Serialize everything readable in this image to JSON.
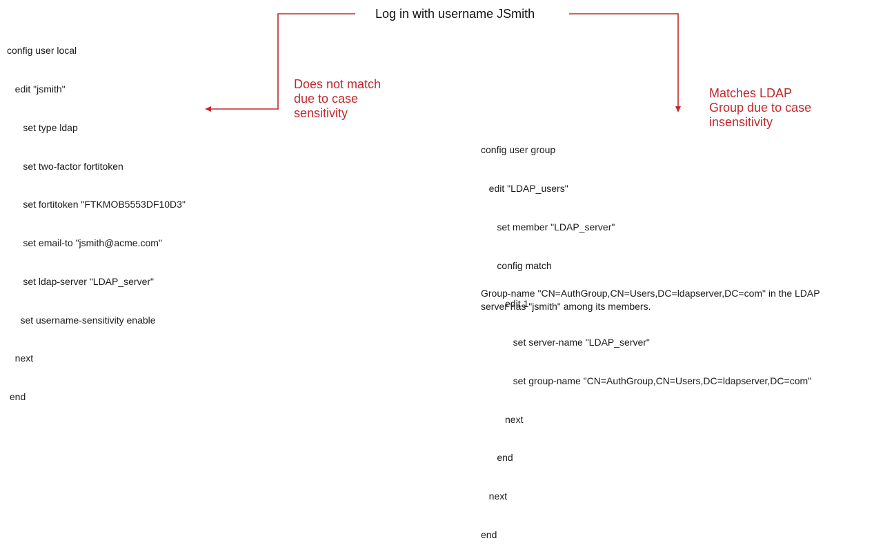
{
  "title": "Log in with username JSmith",
  "user_local_config": [
    "config user local",
    "   edit \"jsmith\"",
    "      set type ldap",
    "      set two-factor fortitoken",
    "      set fortitoken \"FTKMOB5553DF10D3\"",
    "      set email-to \"jsmith@acme.com\"",
    "      set ldap-server \"LDAP_server\"",
    "     set username-sensitivity enable",
    "   next",
    " end"
  ],
  "user_group_config": [
    "config user group",
    "   edit \"LDAP_users\"",
    "      set member \"LDAP_server\"",
    "      config match",
    "         edit 1",
    "            set server-name \"LDAP_server\"",
    "            set group-name \"CN=AuthGroup,CN=Users,DC=ldapserver,DC=com\"",
    "         next",
    "      end",
    "   next",
    "end"
  ],
  "notes": {
    "left": [
      "Does not match",
      "due to case",
      "sensitivity"
    ],
    "right": [
      "Matches LDAP",
      "Group due to case",
      "insensitivity"
    ]
  },
  "footnote": [
    "Group-name \"CN=AuthGroup,CN=Users,DC=ldapserver,DC=com\" in the LDAP",
    "server has \"jsmith\" among its members."
  ],
  "colors": {
    "arrow": "#c0282d",
    "note": "#c0282d",
    "text": "#1a1a1a"
  }
}
